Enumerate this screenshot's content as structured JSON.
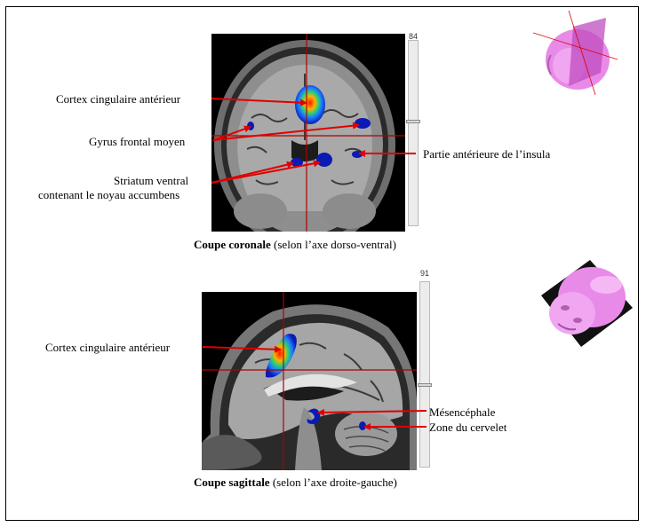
{
  "coronal": {
    "slice_number": "84",
    "caption_bold": "Coupe coronale",
    "caption_rest": " (selon l’axe dorso-ventral)",
    "labels": {
      "acc": "Cortex cingulaire antérieur",
      "mfg": "Gyrus frontal moyen",
      "vs_line1": "Striatum ventral",
      "vs_line2": "contenant le noyau accumbens",
      "insula": "Partie antérieure de l’insula"
    }
  },
  "sagittal": {
    "slice_number": "91",
    "caption_bold": "Coupe sagittale",
    "caption_rest": " (selon l’axe droite-gauche)",
    "labels": {
      "acc": "Cortex cingulaire antérieur",
      "midbrain": "Mésencéphale",
      "cerebellum": "Zone du cervelet"
    }
  },
  "colors": {
    "arrow": "#e00000",
    "crosshair": "#b00000",
    "head_model": "#e88ae8",
    "activation_hot": "#ff2a00",
    "activation_cold": "#0a1ab4"
  }
}
